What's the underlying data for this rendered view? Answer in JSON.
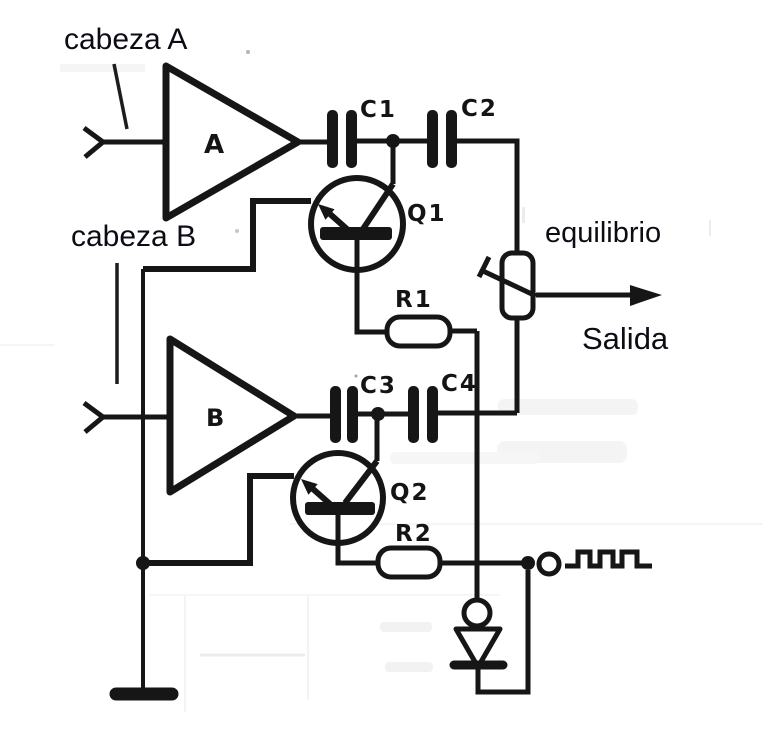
{
  "labels": {
    "head_a": "cabeza A",
    "head_b": "cabeza B",
    "balance": "equilibrio",
    "output": "Salida"
  },
  "components": {
    "amp_a": "A",
    "amp_b": "B",
    "c1": "C1",
    "c2": "C2",
    "c3": "C3",
    "c4": "C4",
    "q1": "Q1",
    "q2": "Q2",
    "r1": "R1",
    "r2": "R2"
  },
  "colors": {
    "ink": "#161616",
    "paper": "#ffffff",
    "text_ink": "#0c0c15"
  }
}
